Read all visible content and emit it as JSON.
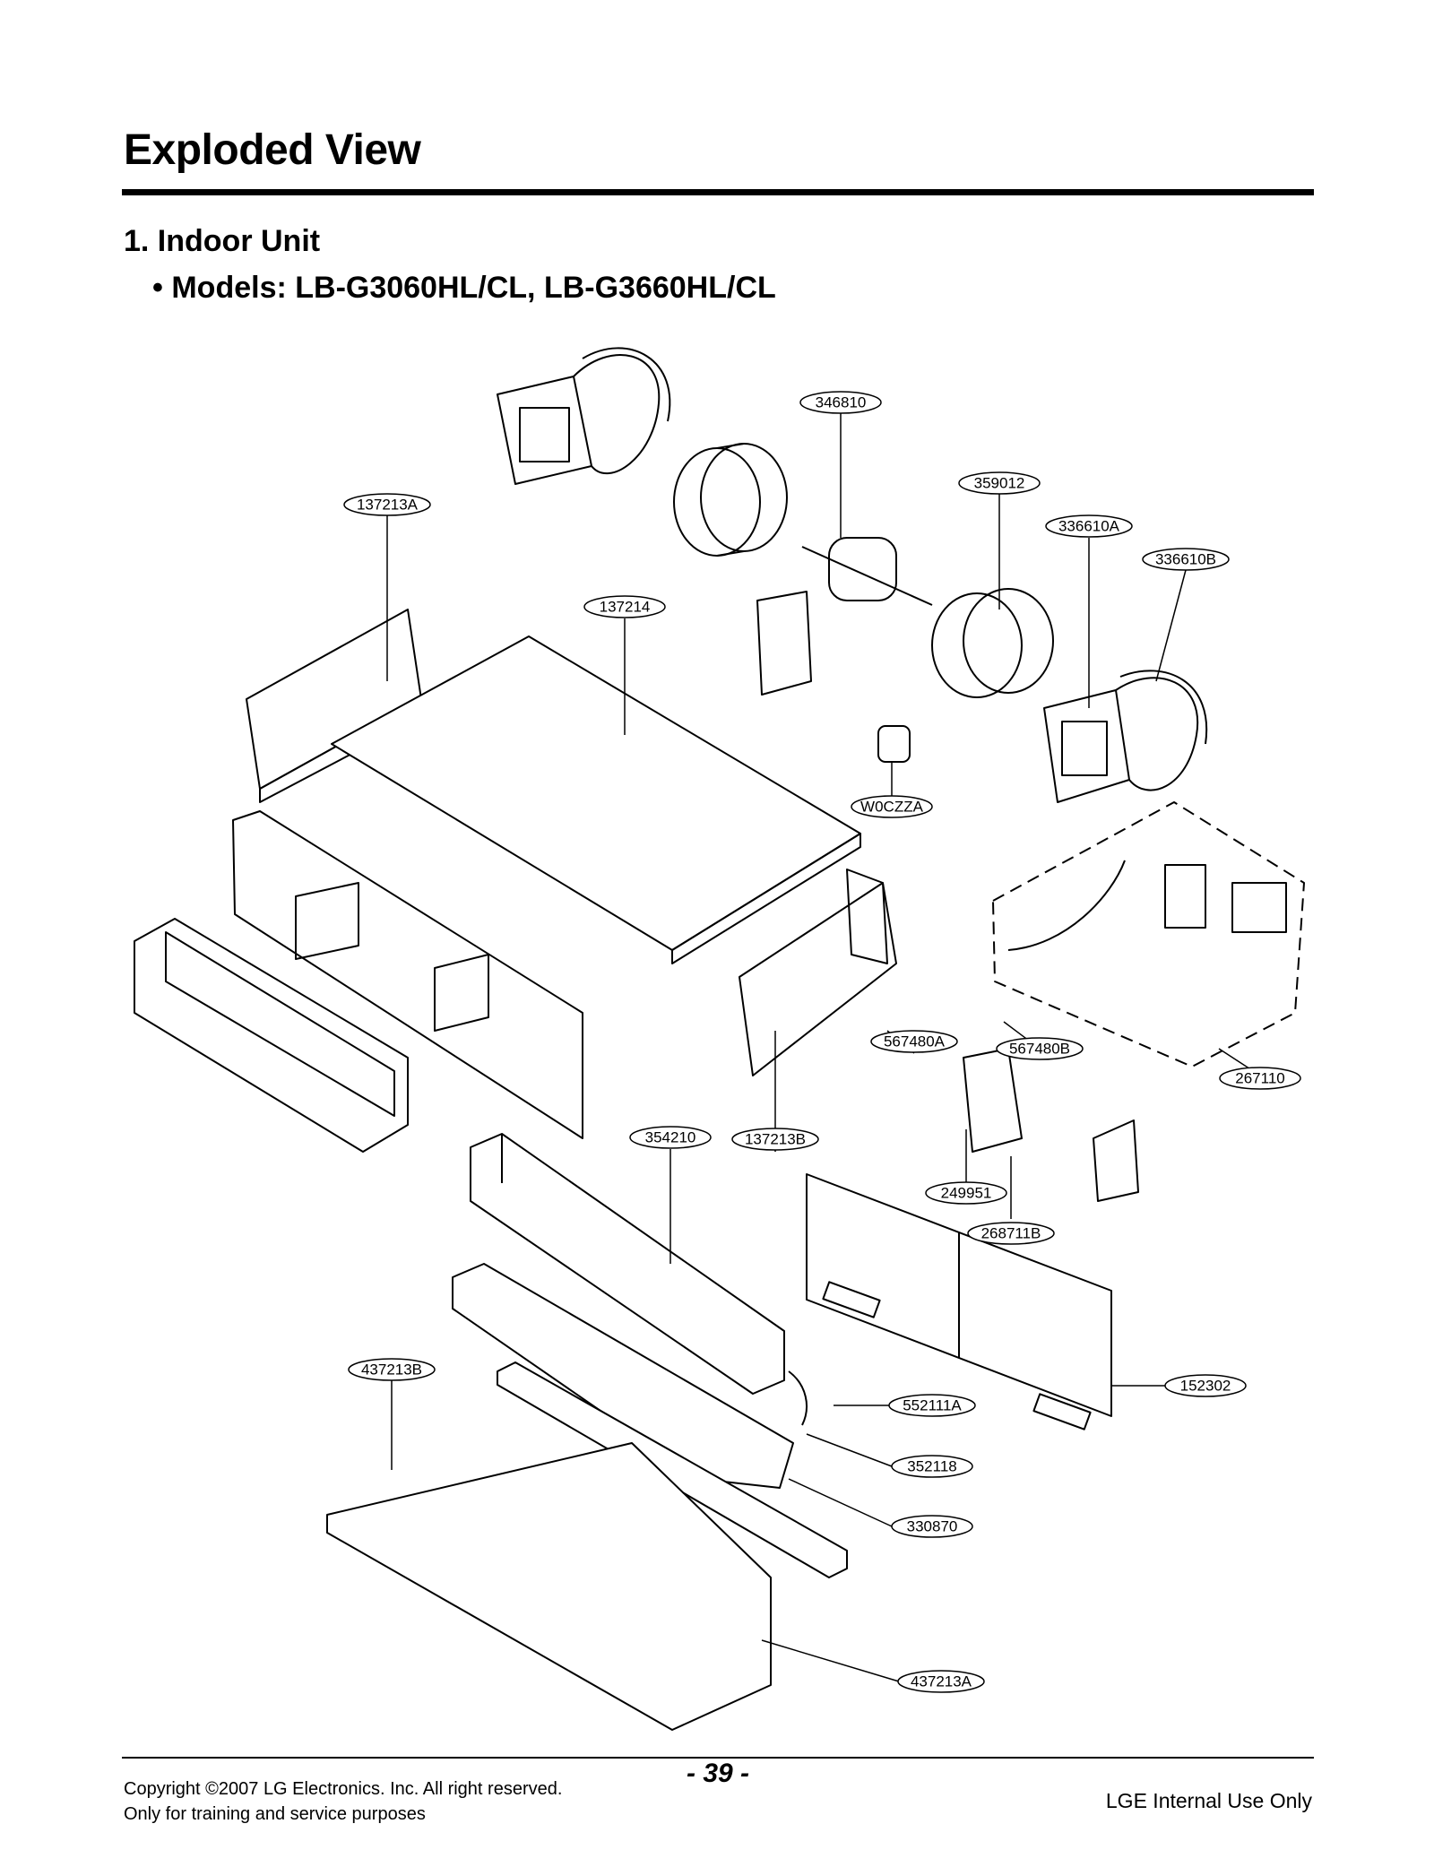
{
  "header": {
    "page_title": "Exploded View",
    "section_title": "1. Indoor Unit",
    "models_line": "• Models: LB-G3060HL/CL, LB-G3660HL/CL"
  },
  "parts": {
    "p346810": "346810",
    "p359012": "359012",
    "p137213A": "137213A",
    "p336610A": "336610A",
    "p336610B": "336610B",
    "p137214": "137214",
    "pW0CZZA": "W0CZZA",
    "p567480A": "567480A",
    "p567480B": "567480B",
    "p267110": "267110",
    "p354210": "354210",
    "p137213B": "137213B",
    "p249951": "249951",
    "p268711B": "268711B",
    "p437213B": "437213B",
    "p552111A": "552111A",
    "p152302": "152302",
    "p352118": "352118",
    "p330870": "330870",
    "p437213A": "437213A"
  },
  "footer": {
    "copyright": "Copyright ©2007 LG Electronics. Inc. All right reserved.",
    "purpose": "Only for training and service purposes",
    "page_number": "- 39 -",
    "internal": "LGE Internal Use Only"
  }
}
